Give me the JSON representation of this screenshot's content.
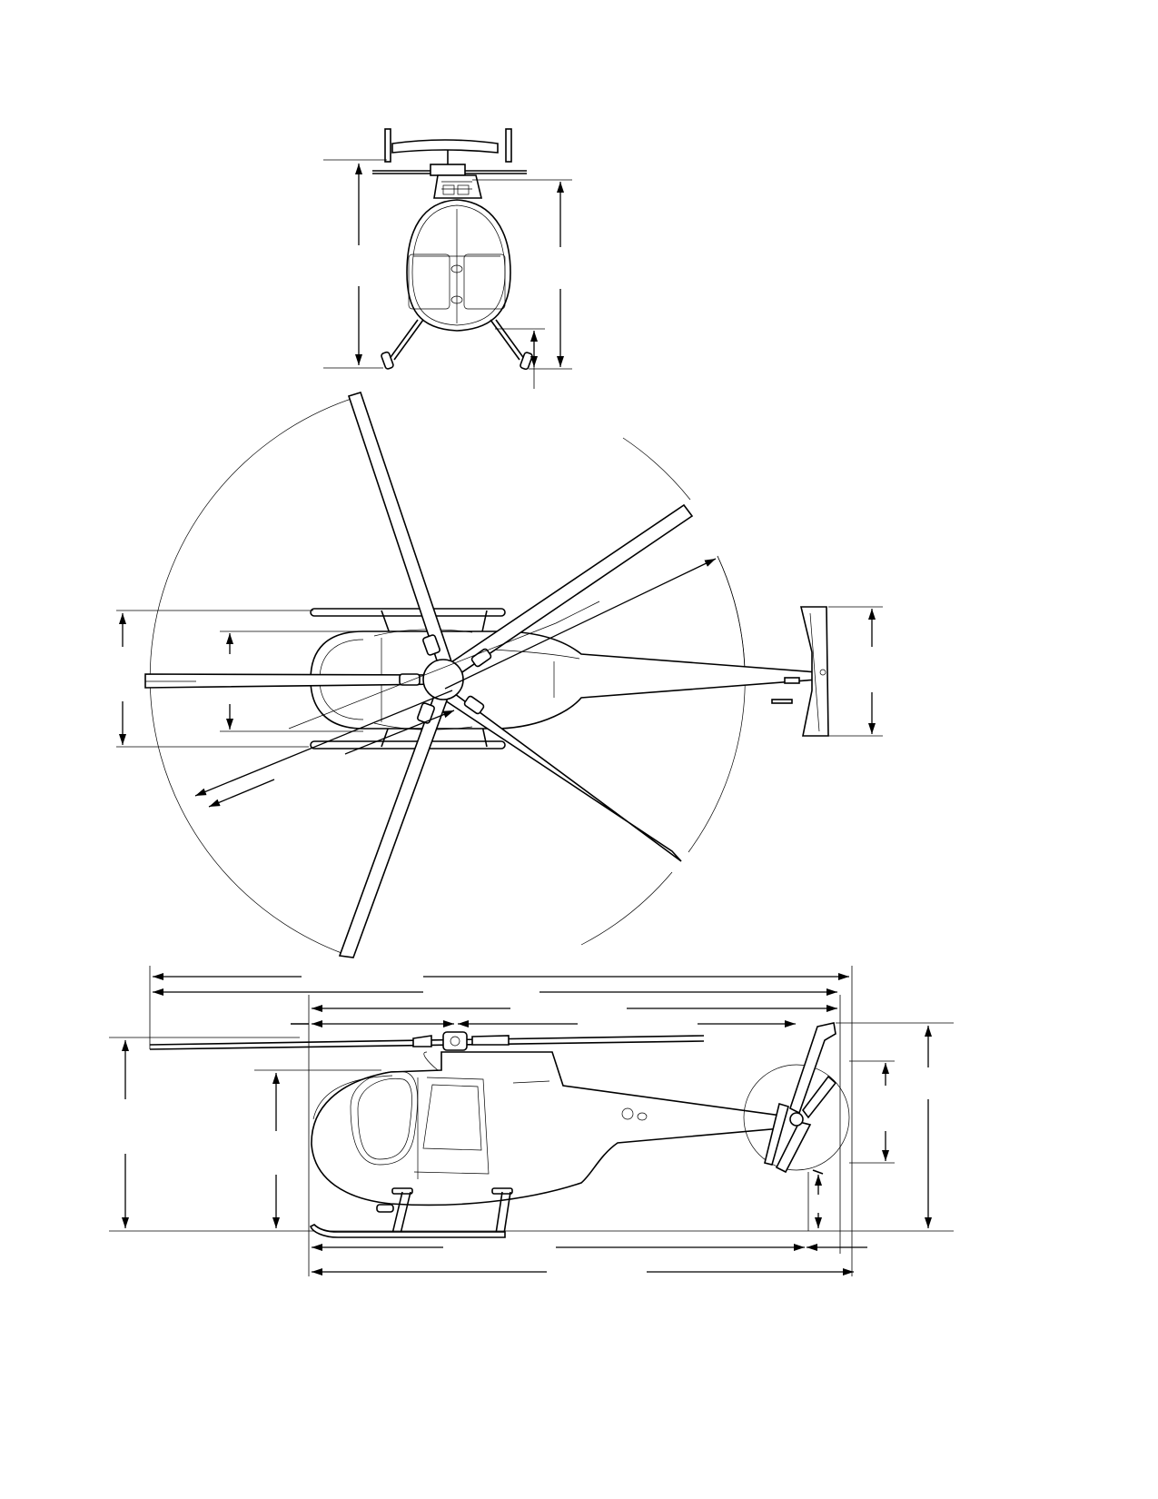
{
  "drawing": {
    "views": [
      "front-view",
      "top-view",
      "side-view"
    ],
    "line_color": "#000000",
    "background": "#ffffff",
    "main_rotor_blades": 5,
    "tail_rotor_blades": 2,
    "labels": []
  }
}
